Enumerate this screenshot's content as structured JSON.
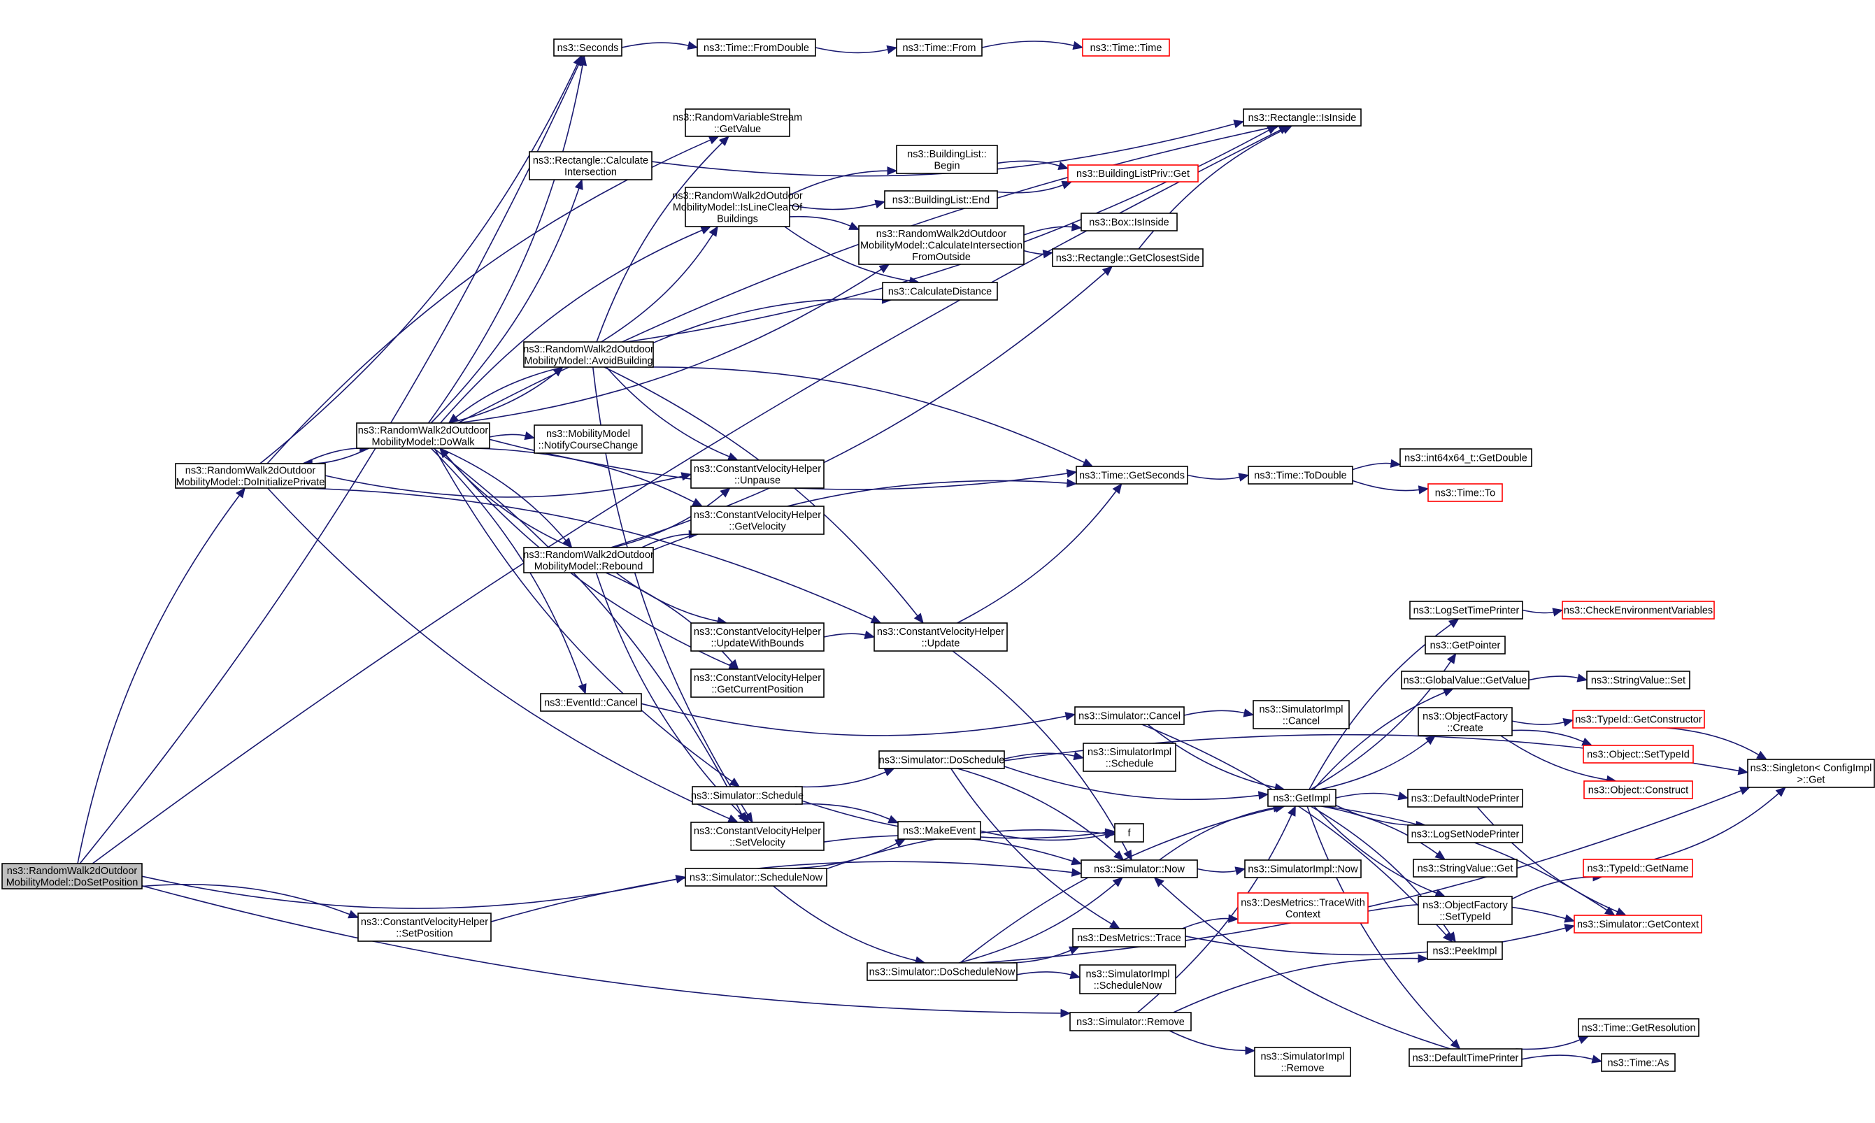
{
  "title": "Call graph of ns3::RandomWalk2dOutdoorMobilityModel::DoSetPosition",
  "colors": {
    "edge": "#191970",
    "root_fill": "#bfbfbf",
    "node_border": "#000000",
    "external_border": "#ff0000"
  },
  "nodes": [
    {
      "id": "dosetposition",
      "lines": [
        "ns3::RandomWalk2dOutdoor",
        "MobilityModel::DoSetPosition"
      ],
      "kind": "root"
    },
    {
      "id": "doinitializeprivate",
      "lines": [
        "ns3::RandomWalk2dOutdoor",
        "MobilityModel::DoInitializePrivate"
      ],
      "kind": "normal"
    },
    {
      "id": "dowalk",
      "lines": [
        "ns3::RandomWalk2dOutdoor",
        "MobilityModel::DoWalk"
      ],
      "kind": "normal"
    },
    {
      "id": "avoidbuilding",
      "lines": [
        "ns3::RandomWalk2dOutdoor",
        "MobilityModel::AvoidBuilding"
      ],
      "kind": "normal"
    },
    {
      "id": "rebound",
      "lines": [
        "ns3::RandomWalk2dOutdoor",
        "MobilityModel::Rebound"
      ],
      "kind": "normal"
    },
    {
      "id": "seconds",
      "lines": [
        "ns3::Seconds"
      ],
      "kind": "normal"
    },
    {
      "id": "fromdouble",
      "lines": [
        "ns3::Time::FromDouble"
      ],
      "kind": "normal"
    },
    {
      "id": "timefrom",
      "lines": [
        "ns3::Time::From"
      ],
      "kind": "normal"
    },
    {
      "id": "timetime",
      "lines": [
        "ns3::Time::Time"
      ],
      "kind": "external"
    },
    {
      "id": "rvsgetvalue",
      "lines": [
        "ns3::RandomVariableStream",
        "::GetValue"
      ],
      "kind": "normal"
    },
    {
      "id": "rectisinside",
      "lines": [
        "ns3::Rectangle::IsInside"
      ],
      "kind": "normal"
    },
    {
      "id": "rectcalcintersection",
      "lines": [
        "ns3::Rectangle::Calculate",
        "Intersection"
      ],
      "kind": "normal"
    },
    {
      "id": "blbegin",
      "lines": [
        "ns3::BuildingList::",
        "Begin"
      ],
      "kind": "normal"
    },
    {
      "id": "blprivget",
      "lines": [
        "ns3::BuildingListPriv::Get"
      ],
      "kind": "external"
    },
    {
      "id": "islineclear",
      "lines": [
        "ns3::RandomWalk2dOutdoor",
        "MobilityModel::IsLineClearOf",
        "Buildings"
      ],
      "kind": "normal"
    },
    {
      "id": "blend",
      "lines": [
        "ns3::BuildingList::End"
      ],
      "kind": "normal"
    },
    {
      "id": "boxisinside",
      "lines": [
        "ns3::Box::IsInside"
      ],
      "kind": "normal"
    },
    {
      "id": "calcintfromoutside",
      "lines": [
        "ns3::RandomWalk2dOutdoor",
        "MobilityModel::CalculateIntersection",
        "FromOutside"
      ],
      "kind": "normal"
    },
    {
      "id": "getclosestside",
      "lines": [
        "ns3::Rectangle::GetClosestSide"
      ],
      "kind": "normal"
    },
    {
      "id": "calcdistance",
      "lines": [
        "ns3::CalculateDistance"
      ],
      "kind": "normal"
    },
    {
      "id": "notifycoursechange",
      "lines": [
        "ns3::MobilityModel",
        "::NotifyCourseChange"
      ],
      "kind": "normal"
    },
    {
      "id": "cvhunpause",
      "lines": [
        "ns3::ConstantVelocityHelper",
        "::Unpause"
      ],
      "kind": "normal"
    },
    {
      "id": "cvhgetvelocity",
      "lines": [
        "ns3::ConstantVelocityHelper",
        "::GetVelocity"
      ],
      "kind": "normal"
    },
    {
      "id": "timegetseconds",
      "lines": [
        "ns3::Time::GetSeconds"
      ],
      "kind": "normal"
    },
    {
      "id": "timetodouble",
      "lines": [
        "ns3::Time::ToDouble"
      ],
      "kind": "normal"
    },
    {
      "id": "int64getdouble",
      "lines": [
        "ns3::int64x64_t::GetDouble"
      ],
      "kind": "normal"
    },
    {
      "id": "timeto",
      "lines": [
        "ns3::Time::To"
      ],
      "kind": "external"
    },
    {
      "id": "cvhupdatewithbounds",
      "lines": [
        "ns3::ConstantVelocityHelper",
        "::UpdateWithBounds"
      ],
      "kind": "normal"
    },
    {
      "id": "cvhupdate",
      "lines": [
        "ns3::ConstantVelocityHelper",
        "::Update"
      ],
      "kind": "normal"
    },
    {
      "id": "cvhgetcurrentposition",
      "lines": [
        "ns3::ConstantVelocityHelper",
        "::GetCurrentPosition"
      ],
      "kind": "normal"
    },
    {
      "id": "eventidcancel",
      "lines": [
        "ns3::EventId::Cancel"
      ],
      "kind": "normal"
    },
    {
      "id": "simcancel",
      "lines": [
        "ns3::Simulator::Cancel"
      ],
      "kind": "normal"
    },
    {
      "id": "simimplcancel",
      "lines": [
        "ns3::SimulatorImpl",
        "::Cancel"
      ],
      "kind": "normal"
    },
    {
      "id": "simdoschedule",
      "lines": [
        "ns3::Simulator::DoSchedule"
      ],
      "kind": "normal"
    },
    {
      "id": "simimplschedule",
      "lines": [
        "ns3::SimulatorImpl",
        "::Schedule"
      ],
      "kind": "normal"
    },
    {
      "id": "simschedule",
      "lines": [
        "ns3::Simulator::Schedule"
      ],
      "kind": "normal"
    },
    {
      "id": "getimpl",
      "lines": [
        "ns3::GetImpl"
      ],
      "kind": "normal"
    },
    {
      "id": "makeevent",
      "lines": [
        "ns3::MakeEvent"
      ],
      "kind": "normal"
    },
    {
      "id": "f",
      "lines": [
        "f"
      ],
      "kind": "normal"
    },
    {
      "id": "cvhsetvelocity",
      "lines": [
        "ns3::ConstantVelocityHelper",
        "::SetVelocity"
      ],
      "kind": "normal"
    },
    {
      "id": "simnow",
      "lines": [
        "ns3::Simulator::Now"
      ],
      "kind": "normal"
    },
    {
      "id": "simimplnow",
      "lines": [
        "ns3::SimulatorImpl::Now"
      ],
      "kind": "normal"
    },
    {
      "id": "simschedulenow",
      "lines": [
        "ns3::Simulator::ScheduleNow"
      ],
      "kind": "normal"
    },
    {
      "id": "cvhsetposition",
      "lines": [
        "ns3::ConstantVelocityHelper",
        "::SetPosition"
      ],
      "kind": "normal"
    },
    {
      "id": "desmetricstrace",
      "lines": [
        "ns3::DesMetrics::Trace"
      ],
      "kind": "normal"
    },
    {
      "id": "desmetricstracectx",
      "lines": [
        "ns3::DesMetrics::TraceWith",
        "Context"
      ],
      "kind": "external"
    },
    {
      "id": "simdoschedulenow",
      "lines": [
        "ns3::Simulator::DoScheduleNow"
      ],
      "kind": "normal"
    },
    {
      "id": "simimplschedulenow",
      "lines": [
        "ns3::SimulatorImpl",
        "::ScheduleNow"
      ],
      "kind": "normal"
    },
    {
      "id": "simremove",
      "lines": [
        "ns3::Simulator::Remove"
      ],
      "kind": "normal"
    },
    {
      "id": "simimplremove",
      "lines": [
        "ns3::SimulatorImpl",
        "::Remove"
      ],
      "kind": "normal"
    },
    {
      "id": "logsettimeprinter",
      "lines": [
        "ns3::LogSetTimePrinter"
      ],
      "kind": "normal"
    },
    {
      "id": "checkenvvars",
      "lines": [
        "ns3::CheckEnvironmentVariables"
      ],
      "kind": "external"
    },
    {
      "id": "getpointer",
      "lines": [
        "ns3::GetPointer"
      ],
      "kind": "normal"
    },
    {
      "id": "globalvaluegetvalue",
      "lines": [
        "ns3::GlobalValue::GetValue"
      ],
      "kind": "normal"
    },
    {
      "id": "stringvalueset",
      "lines": [
        "ns3::StringValue::Set"
      ],
      "kind": "normal"
    },
    {
      "id": "objfactorycreate",
      "lines": [
        "ns3::ObjectFactory",
        "::Create"
      ],
      "kind": "normal"
    },
    {
      "id": "typeidgetconstructor",
      "lines": [
        "ns3::TypeId::GetConstructor"
      ],
      "kind": "external"
    },
    {
      "id": "objectsettypeid",
      "lines": [
        "ns3::Object::SetTypeId"
      ],
      "kind": "external"
    },
    {
      "id": "objectconstruct",
      "lines": [
        "ns3::Object::Construct"
      ],
      "kind": "external"
    },
    {
      "id": "singletonget",
      "lines": [
        "ns3::Singleton< ConfigImpl",
        ">::Get"
      ],
      "kind": "normal"
    },
    {
      "id": "defaultnodeprinter",
      "lines": [
        "ns3::DefaultNodePrinter"
      ],
      "kind": "normal"
    },
    {
      "id": "logsetnodeprinter",
      "lines": [
        "ns3::LogSetNodePrinter"
      ],
      "kind": "normal"
    },
    {
      "id": "stringvalueget",
      "lines": [
        "ns3::StringValue::Get"
      ],
      "kind": "normal"
    },
    {
      "id": "typeidgetname",
      "lines": [
        "ns3::TypeId::GetName"
      ],
      "kind": "external"
    },
    {
      "id": "objfactorysettypeid",
      "lines": [
        "ns3::ObjectFactory",
        "::SetTypeId"
      ],
      "kind": "normal"
    },
    {
      "id": "simgetcontext",
      "lines": [
        "ns3::Simulator::GetContext"
      ],
      "kind": "external"
    },
    {
      "id": "peekimpl",
      "lines": [
        "ns3::PeekImpl"
      ],
      "kind": "normal"
    },
    {
      "id": "defaulttimeprinter",
      "lines": [
        "ns3::DefaultTimePrinter"
      ],
      "kind": "normal"
    },
    {
      "id": "timegetresolution",
      "lines": [
        "ns3::Time::GetResolution"
      ],
      "kind": "normal"
    },
    {
      "id": "timeas",
      "lines": [
        "ns3::Time::As"
      ],
      "kind": "normal"
    }
  ],
  "edges": [
    [
      "dosetposition",
      "doinitializeprivate"
    ],
    [
      "dosetposition",
      "seconds"
    ],
    [
      "dosetposition",
      "rectisinside"
    ],
    [
      "dosetposition",
      "simschedulenow"
    ],
    [
      "dosetposition",
      "cvhsetposition"
    ],
    [
      "dosetposition",
      "simremove"
    ],
    [
      "doinitializeprivate",
      "dowalk"
    ],
    [
      "doinitializeprivate",
      "seconds"
    ],
    [
      "doinitializeprivate",
      "rvsgetvalue"
    ],
    [
      "doinitializeprivate",
      "cvhunpause"
    ],
    [
      "doinitializeprivate",
      "cvhupdate"
    ],
    [
      "doinitializeprivate",
      "cvhsetvelocity"
    ],
    [
      "dowalk",
      "doinitializeprivate"
    ],
    [
      "dowalk",
      "avoidbuilding"
    ],
    [
      "dowalk",
      "rebound"
    ],
    [
      "dowalk",
      "seconds"
    ],
    [
      "dowalk",
      "rectisinside"
    ],
    [
      "dowalk",
      "rectcalcintersection"
    ],
    [
      "dowalk",
      "islineclear"
    ],
    [
      "dowalk",
      "calcintfromoutside"
    ],
    [
      "dowalk",
      "notifycoursechange"
    ],
    [
      "dowalk",
      "timegetseconds"
    ],
    [
      "dowalk",
      "cvhgetvelocity"
    ],
    [
      "dowalk",
      "cvhgetcurrentposition"
    ],
    [
      "dowalk",
      "eventidcancel"
    ],
    [
      "dowalk",
      "simschedule"
    ],
    [
      "dowalk",
      "cvhsetvelocity"
    ],
    [
      "avoidbuilding",
      "dowalk"
    ],
    [
      "avoidbuilding",
      "rvsgetvalue"
    ],
    [
      "avoidbuilding",
      "islineclear"
    ],
    [
      "avoidbuilding",
      "calcdistance"
    ],
    [
      "avoidbuilding",
      "rectisinside"
    ],
    [
      "avoidbuilding",
      "timegetseconds"
    ],
    [
      "avoidbuilding",
      "cvhunpause"
    ],
    [
      "avoidbuilding",
      "cvhupdate"
    ],
    [
      "avoidbuilding",
      "cvhsetvelocity"
    ],
    [
      "rebound",
      "dowalk"
    ],
    [
      "rebound",
      "cvhunpause"
    ],
    [
      "rebound",
      "cvhgetvelocity"
    ],
    [
      "rebound",
      "getclosestside"
    ],
    [
      "rebound",
      "timegetseconds"
    ],
    [
      "rebound",
      "cvhupdatewithbounds"
    ],
    [
      "rebound",
      "cvhgetcurrentposition"
    ],
    [
      "rebound",
      "cvhsetvelocity"
    ],
    [
      "seconds",
      "fromdouble"
    ],
    [
      "fromdouble",
      "timefrom"
    ],
    [
      "timefrom",
      "timetime"
    ],
    [
      "rectcalcintersection",
      "rectisinside"
    ],
    [
      "islineclear",
      "blbegin"
    ],
    [
      "islineclear",
      "blend"
    ],
    [
      "islineclear",
      "calcintfromoutside"
    ],
    [
      "islineclear",
      "calcdistance"
    ],
    [
      "blbegin",
      "blprivget"
    ],
    [
      "blend",
      "blprivget"
    ],
    [
      "calcintfromoutside",
      "boxisinside"
    ],
    [
      "calcintfromoutside",
      "getclosestside"
    ],
    [
      "getclosestside",
      "rectisinside"
    ],
    [
      "timegetseconds",
      "timetodouble"
    ],
    [
      "timetodouble",
      "int64getdouble"
    ],
    [
      "timetodouble",
      "timeto"
    ],
    [
      "cvhupdatewithbounds",
      "cvhupdate"
    ],
    [
      "cvhupdate",
      "timegetseconds"
    ],
    [
      "cvhupdate",
      "simnow"
    ],
    [
      "eventidcancel",
      "simcancel"
    ],
    [
      "simcancel",
      "simimplcancel"
    ],
    [
      "simcancel",
      "getimpl"
    ],
    [
      "simcancel",
      "peekimpl"
    ],
    [
      "simschedule",
      "simdoschedule"
    ],
    [
      "simschedule",
      "makeevent"
    ],
    [
      "simschedule",
      "f"
    ],
    [
      "simdoschedule",
      "simimplschedule"
    ],
    [
      "simdoschedule",
      "getimpl"
    ],
    [
      "simdoschedule",
      "simnow"
    ],
    [
      "simdoschedule",
      "desmetricstrace"
    ],
    [
      "simdoschedule",
      "singletonget"
    ],
    [
      "makeevent",
      "f"
    ],
    [
      "cvhsetvelocity",
      "simnow"
    ],
    [
      "simschedulenow",
      "makeevent"
    ],
    [
      "simschedulenow",
      "f"
    ],
    [
      "simschedulenow",
      "simdoschedulenow"
    ],
    [
      "cvhsetposition",
      "simnow"
    ],
    [
      "simnow",
      "simimplnow"
    ],
    [
      "simnow",
      "getimpl"
    ],
    [
      "simdoschedulenow",
      "simnow"
    ],
    [
      "simdoschedulenow",
      "getimpl"
    ],
    [
      "simdoschedulenow",
      "desmetricstrace"
    ],
    [
      "simdoschedulenow",
      "simimplschedulenow"
    ],
    [
      "simdoschedulenow",
      "singletonget"
    ],
    [
      "desmetricstrace",
      "desmetricstracectx"
    ],
    [
      "desmetricstrace",
      "simgetcontext"
    ],
    [
      "desmetricstracectx",
      "simgetcontext"
    ],
    [
      "simremove",
      "getimpl"
    ],
    [
      "simremove",
      "peekimpl"
    ],
    [
      "simremove",
      "simimplremove"
    ],
    [
      "getimpl",
      "logsettimeprinter"
    ],
    [
      "getimpl",
      "getpointer"
    ],
    [
      "getimpl",
      "globalvaluegetvalue"
    ],
    [
      "getimpl",
      "objfactorycreate"
    ],
    [
      "getimpl",
      "defaultnodeprinter"
    ],
    [
      "getimpl",
      "logsetnodeprinter"
    ],
    [
      "getimpl",
      "stringvalueget"
    ],
    [
      "getimpl",
      "objfactorysettypeid"
    ],
    [
      "getimpl",
      "peekimpl"
    ],
    [
      "getimpl",
      "defaulttimeprinter"
    ],
    [
      "getimpl",
      "simgetcontext"
    ],
    [
      "logsettimeprinter",
      "checkenvvars"
    ],
    [
      "globalvaluegetvalue",
      "stringvalueset"
    ],
    [
      "objfactorycreate",
      "typeidgetconstructor"
    ],
    [
      "objfactorycreate",
      "objectsettypeid"
    ],
    [
      "objfactorycreate",
      "objectconstruct"
    ],
    [
      "typeidgetconstructor",
      "singletonget"
    ],
    [
      "typeidgetname",
      "singletonget"
    ],
    [
      "objfactorysettypeid",
      "typeidgetname"
    ],
    [
      "defaultnodeprinter",
      "simgetcontext"
    ],
    [
      "defaulttimeprinter",
      "simnow"
    ],
    [
      "defaulttimeprinter",
      "timegetresolution"
    ],
    [
      "defaulttimeprinter",
      "timeas"
    ]
  ]
}
